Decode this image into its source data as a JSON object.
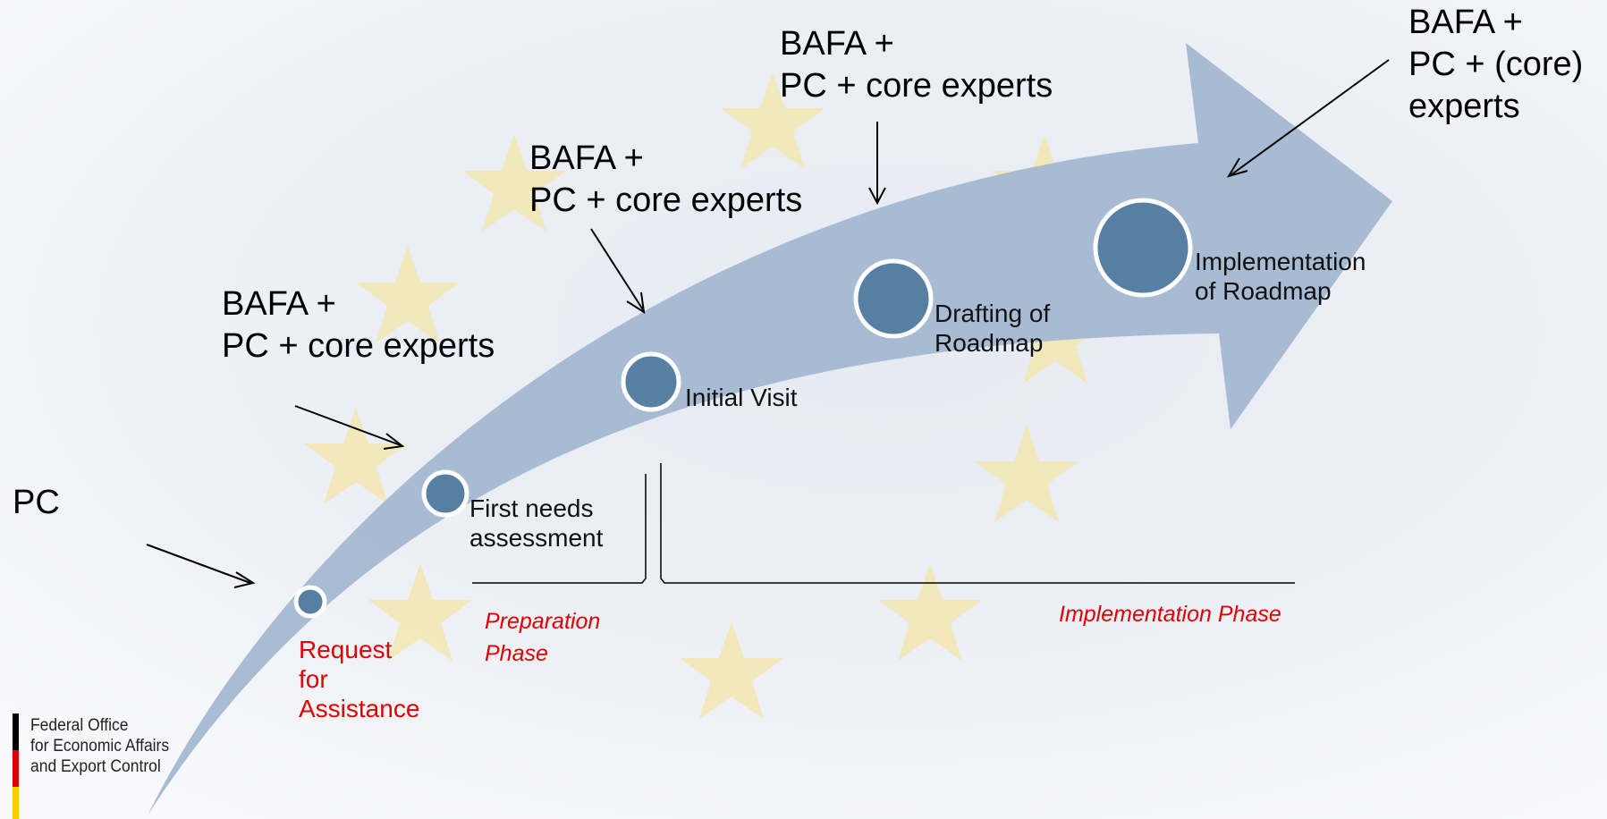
{
  "actors": {
    "pc": "PC",
    "first_l1": "BAFA +",
    "first_l2": "PC + core experts",
    "visit_l1": "BAFA +",
    "visit_l2": "PC + core experts",
    "draft_l1": "BAFA +",
    "draft_l2": "PC + core experts",
    "impl_l1": "BAFA +",
    "impl_l2": "PC + (core)",
    "impl_l3": "experts"
  },
  "stages": {
    "request_l1": "Request",
    "request_l2": "for",
    "request_l3": "Assistance",
    "needs_l1": "First needs",
    "needs_l2": "assessment",
    "visit": "Initial Visit",
    "draft_l1": "Drafting of",
    "draft_l2": "Roadmap",
    "impl_l1": "Implementation",
    "impl_l2": "of Roadmap"
  },
  "phases": {
    "prep_l1": "Preparation",
    "prep_l2": "Phase",
    "impl": "Implementation Phase"
  },
  "logo": {
    "line1": "Federal Office",
    "line2": "for Economic Affairs",
    "line3": "and Export Control"
  },
  "colors": {
    "arrow": "#a3b8d1",
    "circle_fill": "#577fa4",
    "circle_stroke": "#ffffff",
    "stage_red": "#e00000",
    "star": "#f3e6a8",
    "flag_black": "#000000",
    "flag_red": "#dd0000",
    "flag_gold": "#ffce00"
  }
}
